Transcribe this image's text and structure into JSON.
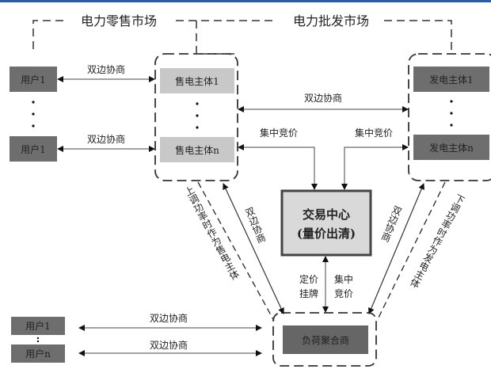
{
  "colors": {
    "top_bar": "#2a5ea8",
    "user_box": "#6e6e6e",
    "retailer_box": "#c8c8c8",
    "generator_box": "#6e6e6e",
    "center_box": "#d9d9d9",
    "aggregator_box": "#666666"
  },
  "markets": {
    "retail": "电力零售市场",
    "wholesale": "电力批发市场"
  },
  "retail_users": [
    "用户1",
    "用户1"
  ],
  "retailers": [
    "售电主体1",
    "售电主体n"
  ],
  "generators": [
    "发电主体1",
    "发电主体n"
  ],
  "trading_center": {
    "line1": "交易中心",
    "line2": "(量价出清)"
  },
  "aggregator": "负荷聚合商",
  "bottom_users": [
    "用户1",
    "用户n"
  ],
  "labels": {
    "bilateral": "双边协商",
    "centralized": "集中竞价",
    "fixed_price_1": "定价",
    "fixed_price_2": "挂牌",
    "central_1": "集中",
    "central_2": "竞价",
    "up_regulation": "上调功率时作为售电主体",
    "down_regulation": "下调功率时作为发电主体"
  }
}
